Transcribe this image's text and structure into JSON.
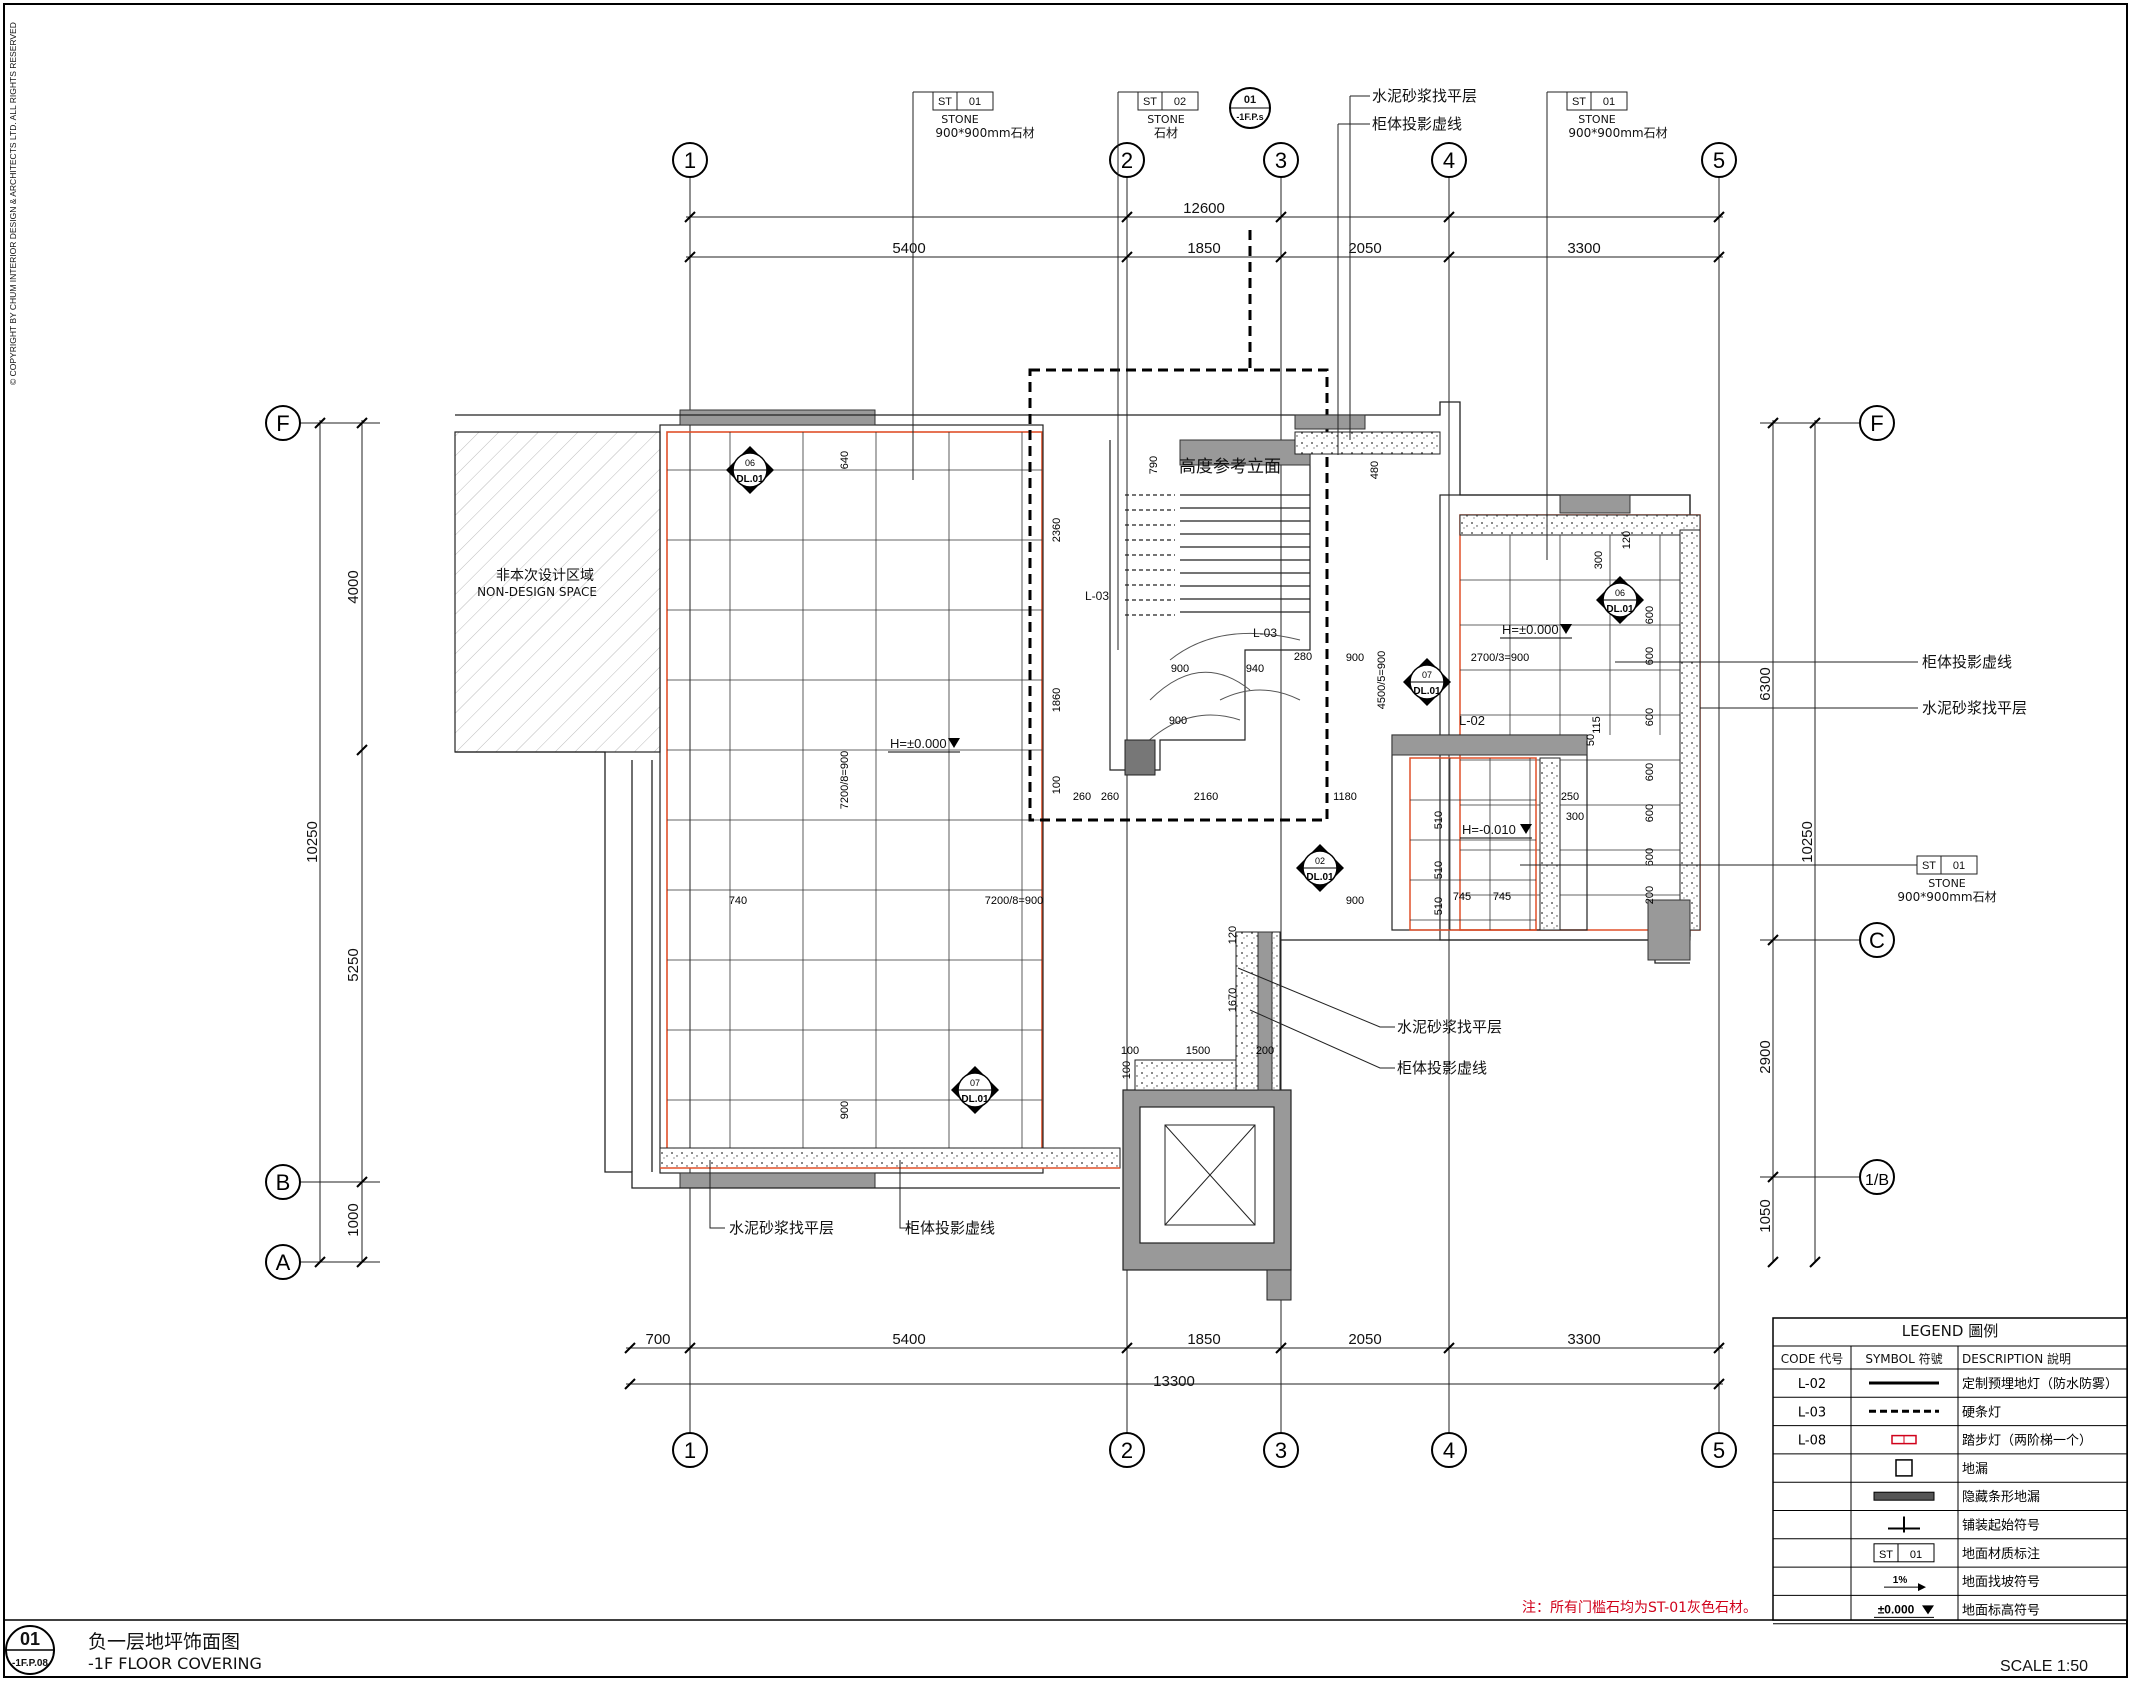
{
  "copyright": "© COPYRIGHT BY CHUM INTERIOR DESIGN & ARCHITECTS LTD. ALL RIGHTS RESERVED",
  "title_block": {
    "drawing_no": "01",
    "sheet_ref": "-1F.P.08",
    "title_cn": "负一层地坪饰面图",
    "title_en": "-1F FLOOR COVERING",
    "scale": "SCALE  1:50",
    "note": "注：所有门槛石均为ST-01灰色石材。"
  },
  "grid": {
    "cols": [
      "1",
      "2",
      "3",
      "4",
      "5"
    ],
    "rows_left": [
      "F",
      "B",
      "A"
    ],
    "rows_right": [
      "F",
      "C",
      "1/B"
    ]
  },
  "dims": {
    "top_total": "12600",
    "top": [
      "5400",
      "1850",
      "2050",
      "3300"
    ],
    "bottom": [
      "700",
      "5400",
      "1850",
      "2050",
      "3300"
    ],
    "bottom_total": "13300",
    "left": [
      "4000",
      "5250",
      "1000"
    ],
    "left_total": "10250",
    "right": [
      "6300",
      "2900",
      "1050"
    ],
    "right_total": "10250"
  },
  "materials": {
    "st01_code": "ST",
    "st01_num": "01",
    "st01_en": "STONE",
    "st01_cn": "900*900mm石材",
    "st02_code": "ST",
    "st02_num": "02",
    "st02_en": "STONE",
    "st02_cn": "石材",
    "elev_ref_top": "01",
    "elev_ref_bottom": "-1F.P.s"
  },
  "labels": {
    "mortar": "水泥砂浆找平层",
    "cabinet_line": "柜体投影虚线",
    "non_design_cn": "非本次设计区域",
    "non_design_en": "NON-DESIGN SPACE",
    "height_ref": "高度参考立面",
    "level_0": "H=±0.000",
    "level_neg": "H=-0.010",
    "l02": "L-02",
    "l03": "L-03",
    "dl01": "DL.01",
    "marker_nums": [
      "06",
      "07",
      "06",
      "02",
      "07"
    ]
  },
  "inner_dims": [
    "640",
    "790",
    "480",
    "2360",
    "1860",
    "100",
    "260",
    "260",
    "2160",
    "1180",
    "900",
    "940",
    "900",
    "280",
    "900",
    "2700/3=900",
    "4500/5=900",
    "7200/8=900",
    "7200/8=900",
    "740",
    "900",
    "1670",
    "1500",
    "100",
    "100",
    "200",
    "120",
    "900",
    "510",
    "510",
    "510",
    "745",
    "745",
    "600",
    "600",
    "600",
    "600",
    "600",
    "600",
    "200",
    "300",
    "120",
    "250",
    "300",
    "50",
    "115"
  ],
  "legend": {
    "title": "LEGEND 圖例",
    "headers": [
      "CODE 代号",
      "SYMBOL 符號",
      "DESCRIPTION 說明"
    ],
    "rows": [
      {
        "code": "L-02",
        "symbol": "solid-line",
        "desc": "定制预埋地灯（防水防雾）"
      },
      {
        "code": "L-03",
        "symbol": "dashed-line",
        "desc": "硬条灯"
      },
      {
        "code": "L-08",
        "symbol": "step-light",
        "desc": "踏步灯（两阶梯一个）"
      },
      {
        "code": "",
        "symbol": "square",
        "desc": "地漏"
      },
      {
        "code": "",
        "symbol": "bar",
        "desc": "隐藏条形地漏"
      },
      {
        "code": "",
        "symbol": "start-arrow",
        "desc": "铺装起始符号"
      },
      {
        "code": "",
        "symbol": "material-tag",
        "desc": "地面材质标注"
      },
      {
        "code": "",
        "symbol": "slope",
        "desc": "地面找坡符号"
      },
      {
        "code": "",
        "symbol": "level",
        "desc": "地面标高符号"
      }
    ],
    "tag_code": "ST",
    "tag_num": "01",
    "slope_text": "1%",
    "level_text": "±0.000"
  }
}
